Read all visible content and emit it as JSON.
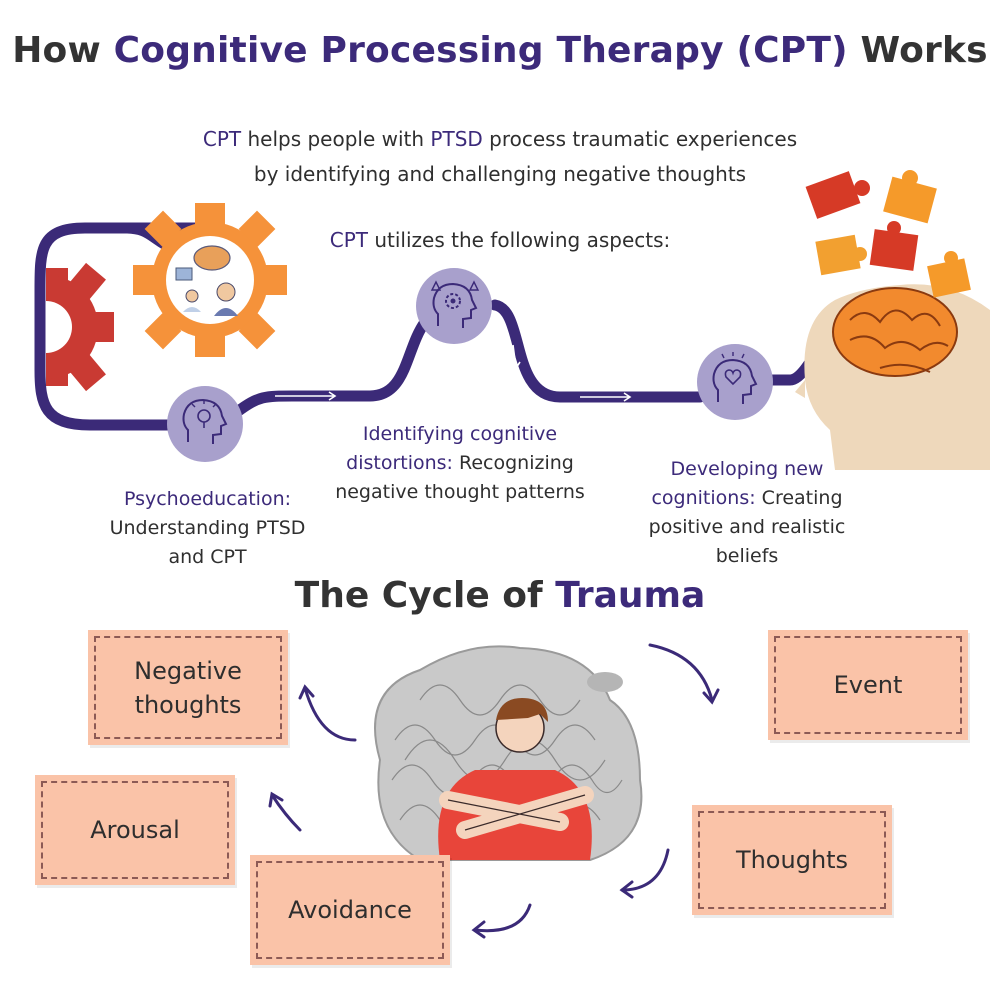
{
  "title": {
    "part1": "How ",
    "highlight": "Cognitive Processing Therapy (CPT)",
    "part2": " Works"
  },
  "intro": {
    "cpt": "CPT",
    "text1": " helps people with ",
    "ptsd": "PTSD",
    "text2": " process traumatic experiences",
    "line2": "by identifying and challenging negative thoughts"
  },
  "aspects": {
    "cpt": "CPT",
    "text": " utilizes the following aspects:"
  },
  "steps": [
    {
      "heading": "Psychoeducation:",
      "body": "Understanding PTSD and CPT",
      "icon": "lightbulb-head-icon"
    },
    {
      "heading": "Identifying cognitive distortions:",
      "body": " Recognizing negative thought patterns",
      "icon": "gear-head-icon"
    },
    {
      "heading": "Developing new cognitions:",
      "body": " Creating positive and realistic beliefs",
      "icon": "heart-head-icon"
    }
  ],
  "cycle": {
    "title1": "The Cycle of ",
    "title2": "Trauma",
    "items": [
      "Event",
      "Thoughts",
      "Avoidance",
      "Arousal",
      "Negative thoughts"
    ]
  },
  "colors": {
    "accent": "#3c2a7a",
    "path": "#3b2a78",
    "circle": "#a8a0cc",
    "gear_orange": "#f5923a",
    "gear_red": "#c93a33",
    "box": "#fac3a8"
  },
  "illustrations": [
    "gear-people-illustration",
    "brain-puzzle-illustration",
    "stressed-person-illustration"
  ]
}
